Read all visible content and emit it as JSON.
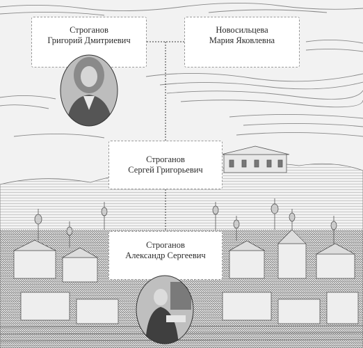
{
  "people": {
    "grigoriy": {
      "surname": "Строганов",
      "given": "Григорий Дмитриевич"
    },
    "maria": {
      "surname": "Новосильцева",
      "given": "Мария Яковлевна"
    },
    "sergey": {
      "surname": "Строганов",
      "given": "Сергей Григорьевич"
    },
    "aleksandr": {
      "surname": "Строганов",
      "given": "Александр Сергеевич"
    }
  },
  "colors": {
    "background": "#f2f2f2",
    "engraving": "#6e6e6e",
    "box_border": "#9a9a9a",
    "connector": "#3a3a3a"
  }
}
